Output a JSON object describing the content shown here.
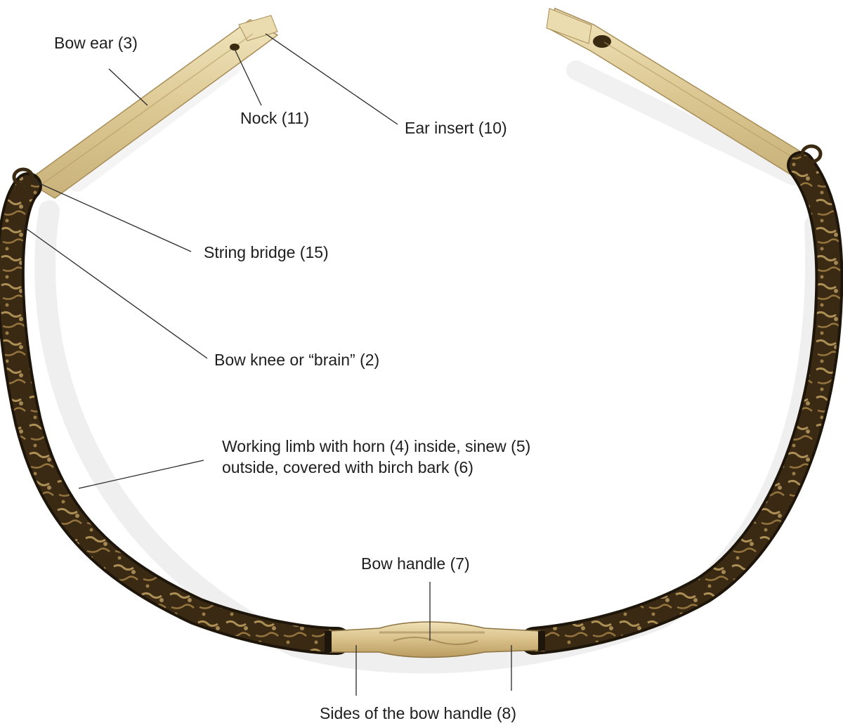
{
  "labels": {
    "bow_ear": "Bow ear (3)",
    "nock": "Nock (11)",
    "ear_insert": "Ear insert (10)",
    "string_bridge": "String bridge (15)",
    "bow_knee": "Bow knee or “brain” (2)",
    "working_limb_line1": "Working limb with horn (4) inside, sinew (5)",
    "working_limb_line2": "outside, covered with birch bark (6)",
    "bow_handle": "Bow handle (7)",
    "sides_of_handle": "Sides of the bow handle (8)"
  },
  "colors": {
    "bark_dark": "#3a2a14",
    "bark_light": "#c9a765",
    "bone": "#e6d6a8",
    "leader_line": "#2a2a2a",
    "shadow": "#d9d9d9"
  }
}
